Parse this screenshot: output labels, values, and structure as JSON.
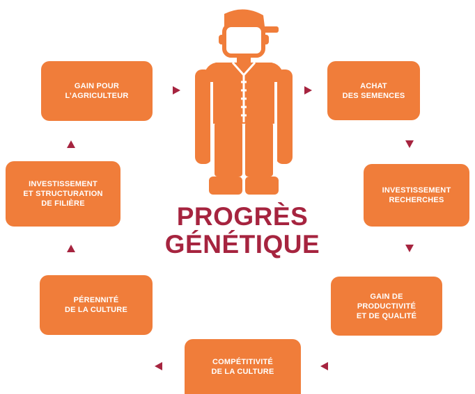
{
  "diagram": {
    "title_lines": [
      "PROGRÈS",
      "GÉNÉTIQUE"
    ],
    "steps": [
      {
        "id": "achat",
        "lines": [
          "ACHAT",
          "DES SEMENCES"
        ]
      },
      {
        "id": "investissement-recherches",
        "lines": [
          "INVESTISSEMENT",
          "RECHERCHES"
        ]
      },
      {
        "id": "gain-productivite",
        "lines": [
          "GAIN DE",
          "PRODUCTIVITÉ",
          "ET DE QUALITÉ"
        ]
      },
      {
        "id": "competitivite",
        "lines": [
          "COMPÉTITIVITÉ",
          "DE LA CULTURE"
        ]
      },
      {
        "id": "perennite",
        "lines": [
          "PÉRENNITÉ",
          "DE LA CULTURE"
        ]
      },
      {
        "id": "investissement-filiere",
        "lines": [
          "INVESTISSEMENT",
          "ET STRUCTURATION",
          "DE FILIÈRE"
        ]
      },
      {
        "id": "gain-agriculteur",
        "lines": [
          "GAIN POUR",
          "L’AGRICULTEUR"
        ]
      }
    ],
    "colors": {
      "box": "#f07d3a",
      "arrow": "#a6243f",
      "title": "#a6243f",
      "farmer": "#f07d3a"
    },
    "icon": "farmer-icon"
  }
}
